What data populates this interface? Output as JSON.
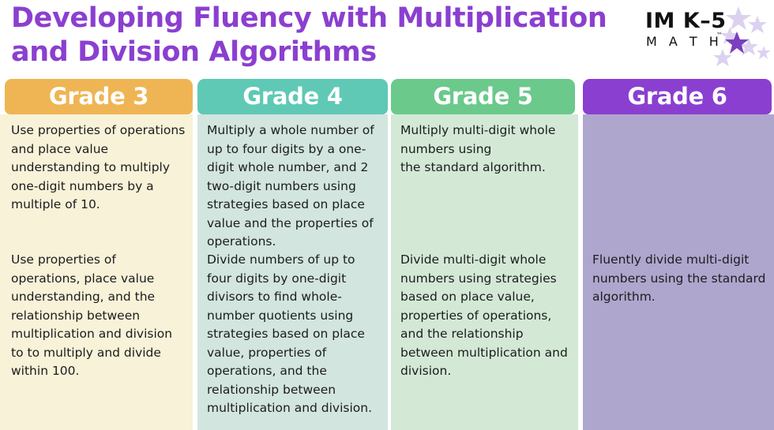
{
  "title": "Developing Fluency with Multiplication and Division Algorithms",
  "title_line1": "Developing Fluency with Multiplication",
  "title_line2": "and Division Algorithms",
  "logo": {
    "line1": "IM K–5",
    "line2": "M A T H",
    "trademark": "™",
    "star_color_solid": "#7B3FBF",
    "star_color_light": "#DCD2F0"
  },
  "colors": {
    "title_purple": "#8B3FD0",
    "grade3_header": "#EFB554",
    "grade3_body": "#F7F2D8",
    "grade4_header": "#5FC9B5",
    "grade4_body": "#D2E5DF",
    "grade5_header": "#6BC98B",
    "grade5_body": "#D3E9D6",
    "grade6_header": "#8B3FD0",
    "grade6_body": "#AFA6CE",
    "body_text": "#1C1C1C",
    "header_text": "#FFFFFF"
  },
  "columns": [
    {
      "label": "Grade 3",
      "paragraph1": "Use properties of operations and place value understanding to multiply one-digit numbers by a multiple of 10.",
      "paragraph2": "Use properties of operations, place value understanding, and the relationship between multiplication and division to to multiply and divide within 100."
    },
    {
      "label": "Grade 4",
      "paragraph1": "Multiply a whole number of up to four digits by a one-digit whole number, and 2 two-digit numbers using strategies based on place value and the properties of operations.",
      "paragraph2": "Divide numbers of up to four digits by one-digit divisors to find whole-number quotients using strategies based on place value, properties of operations, and the relationship between multiplication and division."
    },
    {
      "label": "Grade 5",
      "paragraph1": "Multiply multi-digit whole numbers using\nthe standard algorithm.",
      "paragraph2": "Divide multi-digit whole numbers using strategies based on place value, properties of operations, and the relationship between multiplication and division."
    },
    {
      "label": "Grade 6",
      "paragraph1": "",
      "paragraph2": "Fluently divide multi-digit numbers using the standard algorithm."
    }
  ]
}
